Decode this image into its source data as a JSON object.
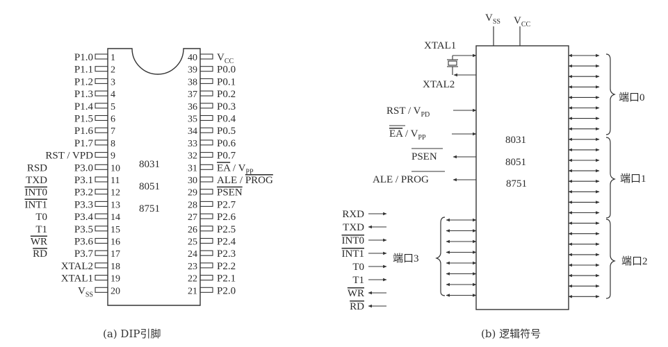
{
  "dip": {
    "caption": "(a) DIP引脚",
    "chip_names": [
      "8031",
      "8051",
      "8751"
    ],
    "left_pins": [
      {
        "num": "1",
        "label": "P1.0",
        "alt": ""
      },
      {
        "num": "2",
        "label": "P1.1",
        "alt": ""
      },
      {
        "num": "3",
        "label": "P1.2",
        "alt": ""
      },
      {
        "num": "4",
        "label": "P1.3",
        "alt": ""
      },
      {
        "num": "5",
        "label": "P1.4",
        "alt": ""
      },
      {
        "num": "6",
        "label": "P1.5",
        "alt": ""
      },
      {
        "num": "7",
        "label": "P1.6",
        "alt": ""
      },
      {
        "num": "8",
        "label": "P1.7",
        "alt": ""
      },
      {
        "num": "9",
        "label": "RST / VPD",
        "alt": ""
      },
      {
        "num": "10",
        "label": "P3.0",
        "alt": "RSD"
      },
      {
        "num": "11",
        "label": "P3.1",
        "alt": "TXD"
      },
      {
        "num": "12",
        "label": "P3.2",
        "alt": "INT0"
      },
      {
        "num": "13",
        "label": "P3.3",
        "alt": "INT1"
      },
      {
        "num": "14",
        "label": "P3.4",
        "alt": "T0"
      },
      {
        "num": "15",
        "label": "P3.5",
        "alt": "T1"
      },
      {
        "num": "16",
        "label": "P3.6",
        "alt": "WR"
      },
      {
        "num": "17",
        "label": "P3.7",
        "alt": "RD"
      },
      {
        "num": "18",
        "label": "XTAL2",
        "alt": ""
      },
      {
        "num": "19",
        "label": "XTAL1",
        "alt": ""
      },
      {
        "num": "20",
        "label": "VSS",
        "alt": ""
      }
    ],
    "right_pins": [
      {
        "num": "40",
        "label": "VCC"
      },
      {
        "num": "39",
        "label": "P0.0"
      },
      {
        "num": "38",
        "label": "P0.1"
      },
      {
        "num": "37",
        "label": "P0.2"
      },
      {
        "num": "36",
        "label": "P0.3"
      },
      {
        "num": "35",
        "label": "P0.4"
      },
      {
        "num": "34",
        "label": "P0.5"
      },
      {
        "num": "33",
        "label": "P0.6"
      },
      {
        "num": "32",
        "label": "P0.7"
      },
      {
        "num": "31",
        "label": "EA / VPP"
      },
      {
        "num": "30",
        "label": "ALE / PROG"
      },
      {
        "num": "29",
        "label": "PSEN"
      },
      {
        "num": "28",
        "label": "P2.7"
      },
      {
        "num": "27",
        "label": "P2.6"
      },
      {
        "num": "26",
        "label": "P2.5"
      },
      {
        "num": "25",
        "label": "P2.4"
      },
      {
        "num": "24",
        "label": "P2.3"
      },
      {
        "num": "23",
        "label": "P2.2"
      },
      {
        "num": "22",
        "label": "P2.1"
      },
      {
        "num": "21",
        "label": "P2.0"
      }
    ]
  },
  "logic": {
    "caption": "(b) 逻辑符号",
    "chip_names": [
      "8031",
      "8051",
      "8751"
    ],
    "top_pins": [
      "VSS",
      "VCC"
    ],
    "left_signals": {
      "xtal1": "XTAL1",
      "xtal2": "XTAL2",
      "rst": "RST / VPD",
      "ea": "EA / VPP",
      "psen": "PSEN",
      "ale": "ALE / PROG"
    },
    "port3_signals": [
      "RXD",
      "TXD",
      "INT0",
      "INT1",
      "T0",
      "T1",
      "WR",
      "RD"
    ],
    "ports": {
      "port0": "端口0",
      "port1": "端口1",
      "port2": "端口2",
      "port3": "端口3"
    }
  }
}
